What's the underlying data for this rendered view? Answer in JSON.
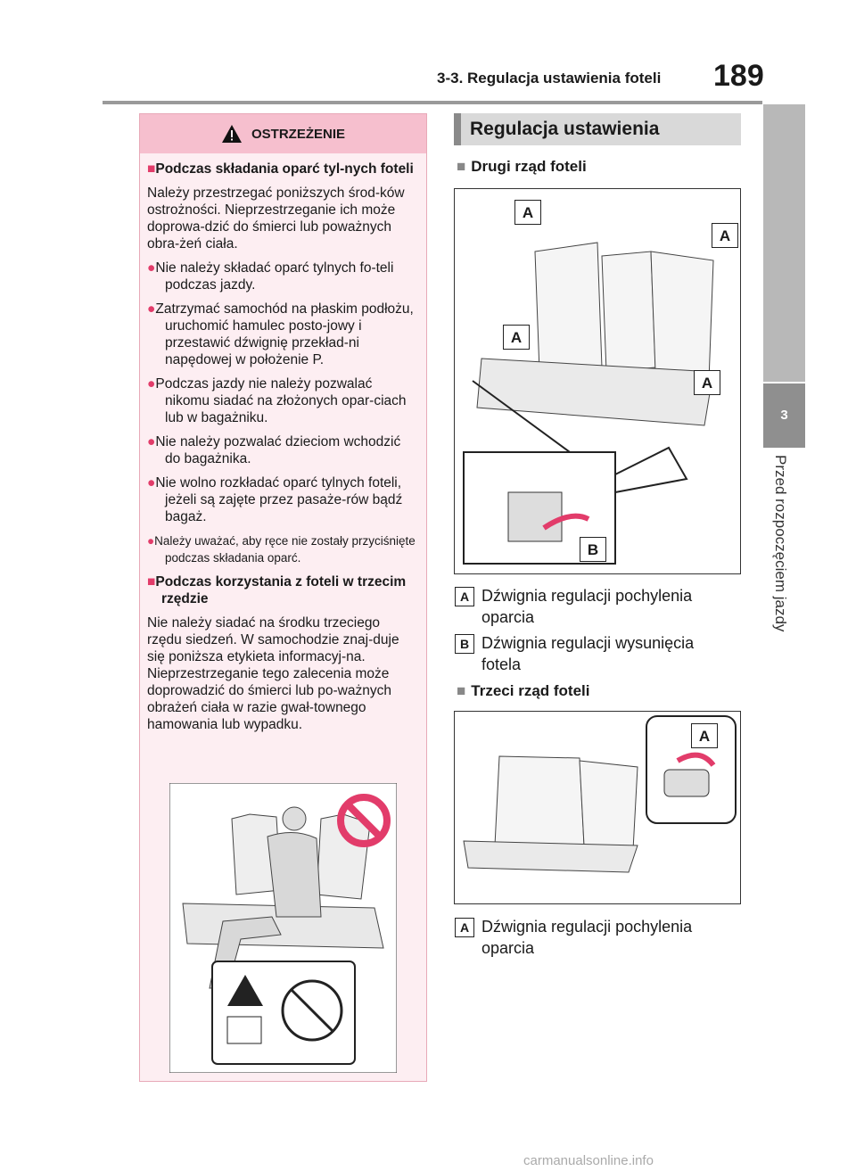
{
  "header": {
    "section": "3-3. Regulacja ustawienia foteli",
    "page": "189"
  },
  "side": {
    "tab": "3",
    "label": "Przed rozpoczęciem jazdy"
  },
  "warning": {
    "title": "OSTRZEŻENIE",
    "h1": "Podczas składania oparć tyl-nych foteli",
    "p1": "Należy przestrzegać poniższych środ-ków ostrożności. Nieprzestrzeganie ich może doprowa-dzić do śmierci lub poważnych obra-żeń ciała.",
    "b1": "Nie należy składać oparć tylnych fo-teli podczas jazdy.",
    "b2": "Zatrzymać samochód na płaskim podłożu, uruchomić hamulec posto-jowy i przestawić dźwignię przekład-ni napędowej w położenie P.",
    "b3": "Podczas jazdy nie należy pozwalać nikomu siadać na złożonych opar-ciach lub w bagażniku.",
    "b4": "Nie należy pozwalać dzieciom wchodzić do bagażnika.",
    "b5": "Nie wolno rozkładać oparć tylnych foteli, jeżeli są zajęte przez pasaże-rów bądź bagaż.",
    "b6": "Należy uważać, aby ręce nie zostały przyciśnięte podczas składania oparć.",
    "h2": "Podczas korzystania z foteli w trzecim rzędzie",
    "p2": "Nie należy siadać na środku trzeciego rzędu siedzeń. W samochodzie znaj-duje się poniższa etykieta informacyj-na. Nieprzestrzeganie tego zalecenia może doprowadzić do śmierci lub po-ważnych obrażeń ciała w razie gwał-townego hamowania lub wypadku."
  },
  "section_title": "Regulacja ustawienia",
  "second_row": {
    "title": "Drugi rząd foteli",
    "callouts": [
      "A",
      "A",
      "A",
      "A",
      "B"
    ],
    "legend": [
      {
        "key": "A",
        "text": "Dźwignia regulacji pochylenia oparcia"
      },
      {
        "key": "B",
        "text": "Dźwignia regulacji wysunięcia fotela"
      }
    ]
  },
  "third_row": {
    "title": "Trzeci rząd foteli",
    "callouts": [
      "A"
    ],
    "legend": [
      {
        "key": "A",
        "text": "Dźwignia regulacji pochylenia oparcia"
      }
    ]
  },
  "footer": "carmanualsonline.info"
}
